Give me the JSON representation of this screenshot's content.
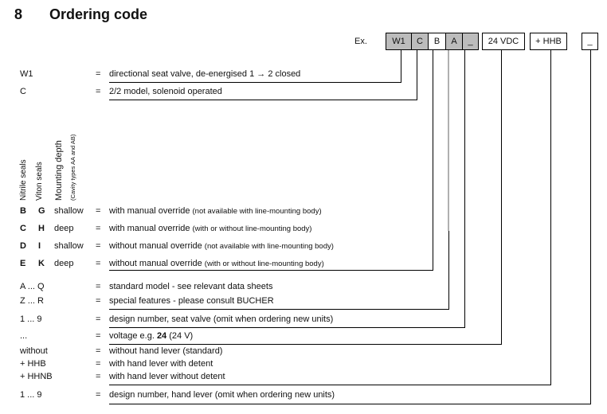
{
  "title": {
    "number": "8",
    "text": "Ordering code"
  },
  "symbols": {
    "equals": "="
  },
  "example": {
    "label": "Ex.",
    "cells": [
      {
        "text": "W1"
      },
      {
        "text": "C"
      },
      {
        "text": "B"
      },
      {
        "text": "A"
      },
      {
        "text": "_"
      }
    ],
    "boxes": [
      {
        "text": "24 VDC"
      },
      {
        "text": "+ HHB"
      },
      {
        "text": "_"
      }
    ]
  },
  "column_headers": {
    "nitrile": "Nitrile seals",
    "viton": "Viton seals",
    "mounting": "Mounting depth",
    "mounting_sub": "(Cavity types AA and AB)"
  },
  "colors": {
    "box_grey": "#bcbcbc",
    "line": "#000000",
    "grey_line": "#b0b0b0"
  },
  "rows": [
    {
      "code": "W1",
      "text": "directional seat valve, de-energised 1 → 2 closed"
    },
    {
      "code": "C",
      "text": "2/2 model, solenoid operated"
    },
    {
      "nitrile": "B",
      "viton": "G",
      "depth": "shallow",
      "text": "with manual override",
      "note": "(not available with line-mounting body)"
    },
    {
      "nitrile": "C",
      "viton": "H",
      "depth": "deep",
      "text": "with manual override",
      "note": "(with or without line-mounting body)"
    },
    {
      "nitrile": "D",
      "viton": "I",
      "depth": "shallow",
      "text": "without manual override",
      "note": "(not available with line-mounting body)"
    },
    {
      "nitrile": "E",
      "viton": "K",
      "depth": "deep",
      "text": "without manual override",
      "note": "(with or without line-mounting body)"
    },
    {
      "code": "A ... Q",
      "text": "standard model - see relevant data sheets"
    },
    {
      "code": "Z ... R",
      "text": "special features - please consult BUCHER"
    },
    {
      "code": "1 ... 9",
      "text": "design number, seat valve (omit when ordering new units)"
    },
    {
      "code": "...",
      "text_pre": "voltage e.g. ",
      "text_bold": "24",
      "text_post": " (24 V)"
    },
    {
      "code": "without",
      "text": "without hand lever (standard)"
    },
    {
      "code": "+ HHB",
      "text": "with hand lever with detent"
    },
    {
      "code": "+ HHNB",
      "text": "with hand lever without detent"
    },
    {
      "code": "1 ... 9",
      "text": "design number, hand lever (omit when ordering new units)"
    }
  ]
}
